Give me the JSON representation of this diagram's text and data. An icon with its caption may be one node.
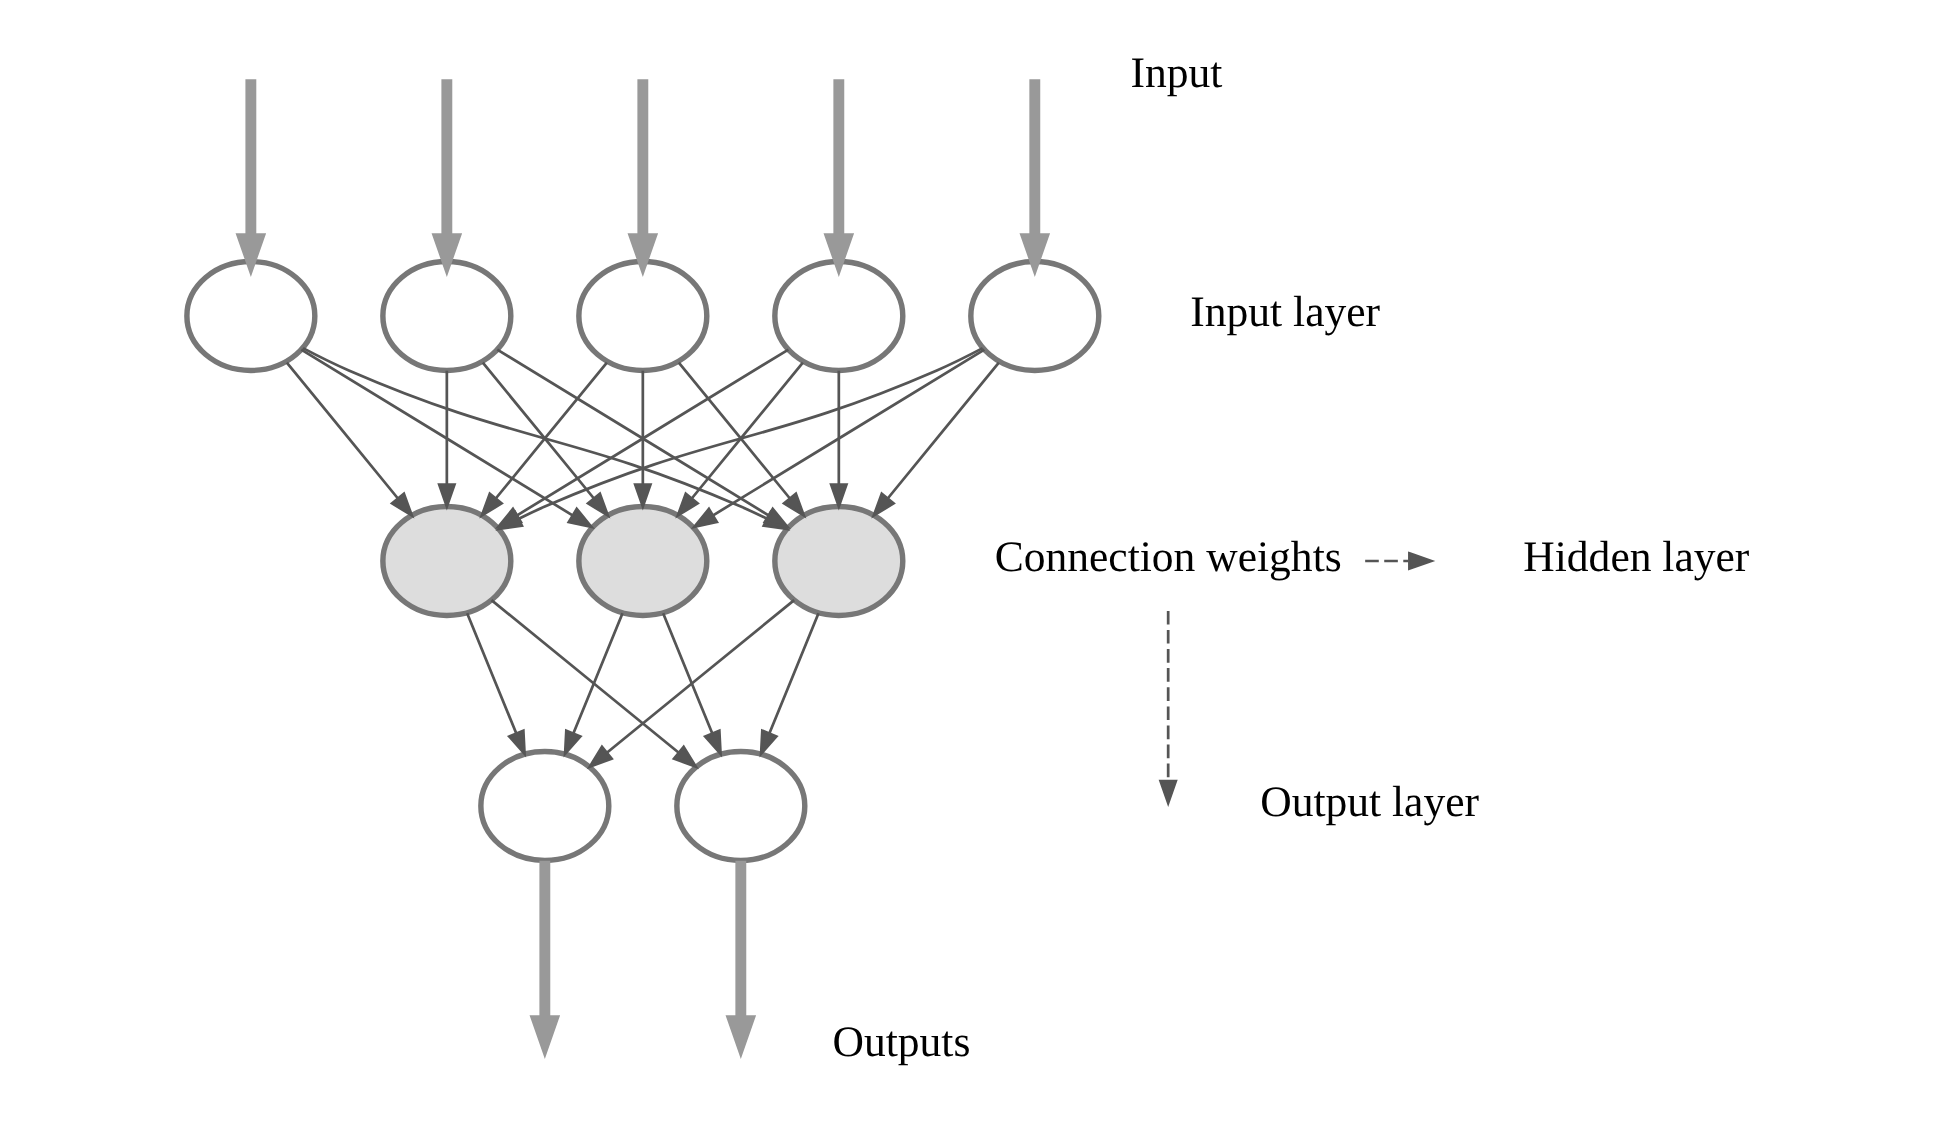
{
  "diagram": {
    "nodes": [
      {
        "text": [],
        "shape": "circle"
      },
      {
        "text": [],
        "shape": "circle"
      },
      {
        "text": [],
        "shape": "circle"
      },
      {
        "text": [],
        "shape": "circle"
      },
      {
        "text": [],
        "shape": "circle"
      },
      {
        "text": [],
        "shape": "circle"
      },
      {
        "text": [],
        "shape": "circle"
      },
      {
        "text": [],
        "shape": "circle"
      },
      {
        "text": [],
        "shape": "circle"
      },
      {
        "text": [],
        "shape": "circle"
      },
      {
        "text": [
          "Connection weights"
        ]
      }
    ],
    "edges": [
      {
        "from": null,
        "to": 0,
        "arrow": "to",
        "style": "thick"
      },
      {
        "from": null,
        "to": 1,
        "arrow": "to",
        "style": "thick"
      },
      {
        "from": null,
        "to": 2,
        "arrow": "to",
        "style": "thick"
      },
      {
        "from": null,
        "to": 3,
        "arrow": "to",
        "style": "thick"
      },
      {
        "from": null,
        "to": 4,
        "arrow": "to",
        "style": "thick"
      },
      {
        "from": 0,
        "to": 5,
        "arrow": "to"
      },
      {
        "from": 0,
        "to": 6,
        "arrow": "to"
      },
      {
        "from": 0,
        "to": 7,
        "arrow": "to"
      },
      {
        "from": 1,
        "to": 5,
        "arrow": "to"
      },
      {
        "from": 1,
        "to": 6,
        "arrow": "to"
      },
      {
        "from": 1,
        "to": 7,
        "arrow": "to"
      },
      {
        "from": 2,
        "to": 5,
        "arrow": "to"
      },
      {
        "from": 2,
        "to": 6,
        "arrow": "to"
      },
      {
        "from": 2,
        "to": 7,
        "arrow": "to"
      },
      {
        "from": 3,
        "to": 5,
        "arrow": "to"
      },
      {
        "from": 3,
        "to": 6,
        "arrow": "to"
      },
      {
        "from": 3,
        "to": 7,
        "arrow": "to"
      },
      {
        "from": 4,
        "to": 5,
        "arrow": "to"
      },
      {
        "from": 4,
        "to": 6,
        "arrow": "to"
      },
      {
        "from": 4,
        "to": 7,
        "arrow": "to"
      },
      {
        "from": 5,
        "to": 8,
        "arrow": "to"
      },
      {
        "from": 5,
        "to": 9,
        "arrow": "to"
      },
      {
        "from": 6,
        "to": 8,
        "arrow": "to"
      },
      {
        "from": 6,
        "to": 9,
        "arrow": "to"
      },
      {
        "from": 7,
        "to": 8,
        "arrow": "to"
      },
      {
        "from": 7,
        "to": 9,
        "arrow": "to"
      },
      {
        "from": 8,
        "to": null,
        "arrow": "to",
        "style": "thick"
      },
      {
        "from": 9,
        "to": null,
        "arrow": "to",
        "style": "thick"
      },
      {
        "from": 10,
        "to": null,
        "arrow": "to",
        "style": "dashed"
      },
      {
        "from": 10,
        "to": null,
        "arrow": "to",
        "style": "dashed"
      }
    ],
    "labels": [
      "Input",
      "Input layer",
      "Hidden layer",
      "Output layer",
      "Outputs"
    ]
  }
}
